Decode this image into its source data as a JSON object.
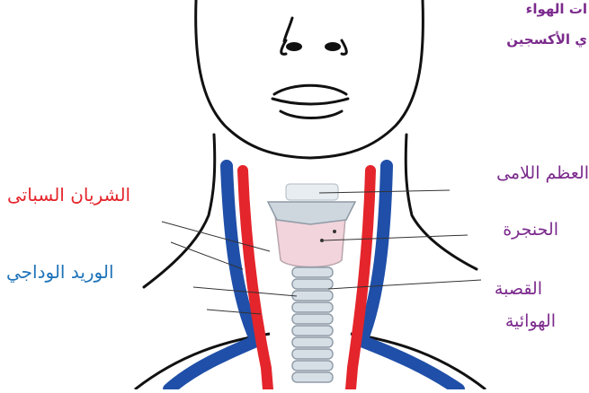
{
  "top_note": {
    "line1": "ات الهواء",
    "line2": "ي الأكسجين"
  },
  "labels": {
    "hyoid_bone": "العظم اللامى",
    "larynx": "الحنجرة",
    "trachea_line1": "القصبة",
    "trachea_line2": "الهوائية",
    "carotid_artery": "الشريان السباتى",
    "jugular_vein": "الوريد الوداجي"
  },
  "colors": {
    "artery": "#e4252b",
    "vein": "#1f4fa8",
    "label_purple": "#7b2a8c",
    "label_red": "#e4252b",
    "label_blue": "#1e73b9",
    "larynx_fill": "#f2d4dc",
    "trachea_fill": "#d7dfe6"
  }
}
